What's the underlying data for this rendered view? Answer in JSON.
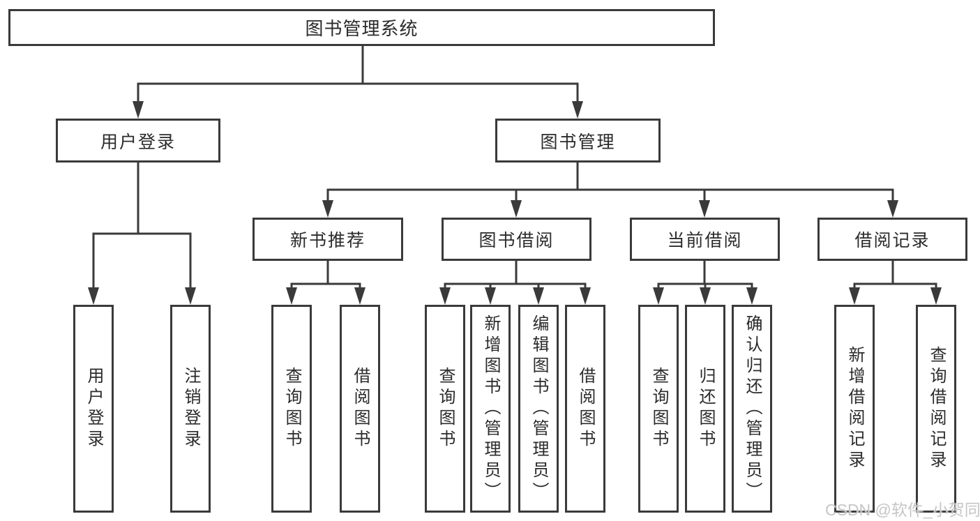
{
  "colors": {
    "line_color": "#3a3a3a",
    "text_color": "#2b2b2b",
    "bg_color": "#ffffff",
    "watermark_color": "#c6c6c6"
  },
  "tree": {
    "root": {
      "label": "图书管理系统"
    },
    "user_login": {
      "label": "用户登录",
      "children": [
        {
          "label": "用户登录"
        },
        {
          "label": "注销登录"
        }
      ]
    },
    "book_management": {
      "label": "图书管理",
      "groups": [
        {
          "label": "新书推荐",
          "children": [
            {
              "label": "查询图书"
            },
            {
              "label": "借阅图书"
            }
          ]
        },
        {
          "label": "图书借阅",
          "children": [
            {
              "label": "查询图书"
            },
            {
              "label": "新增图书（管理员）"
            },
            {
              "label": "编辑图书（管理员）"
            },
            {
              "label": "借阅图书"
            }
          ]
        },
        {
          "label": "当前借阅",
          "children": [
            {
              "label": "查询图书"
            },
            {
              "label": "归还图书"
            },
            {
              "label": "确认归还（管理员）"
            }
          ]
        },
        {
          "label": "借阅记录",
          "children": [
            {
              "label": "新增借阅记录"
            },
            {
              "label": "查询借阅记录"
            }
          ]
        }
      ]
    }
  },
  "watermark": {
    "text": "CSDN @软件_小贺同学"
  }
}
